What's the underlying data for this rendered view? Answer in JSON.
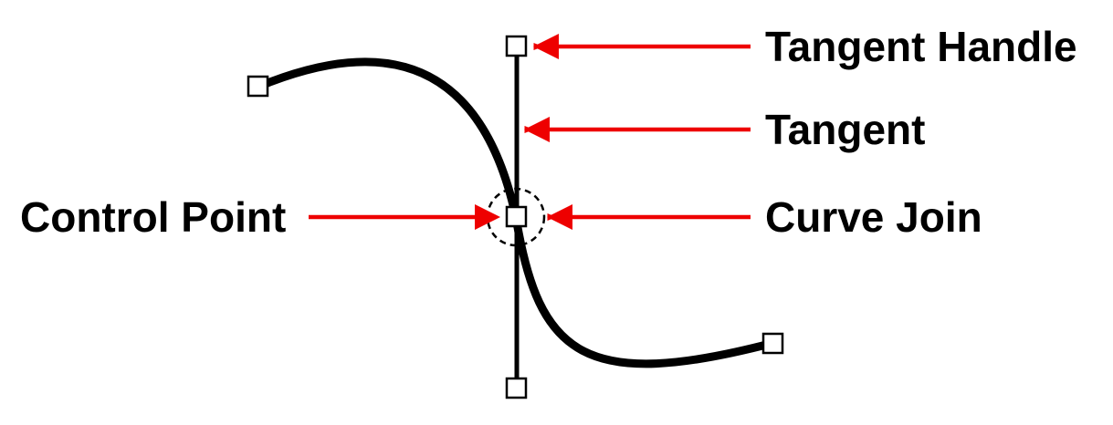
{
  "labels": {
    "tangent_handle": "Tangent Handle",
    "tangent": "Tangent",
    "control_point": "Control Point",
    "curve_join": "Curve Join"
  },
  "colors": {
    "arrow": "#ee0000",
    "curve": "#000000",
    "handle_fill": "#ffffff"
  },
  "icons": {
    "handle": "square-handle-icon",
    "join_marker": "dashed-circle-icon"
  }
}
